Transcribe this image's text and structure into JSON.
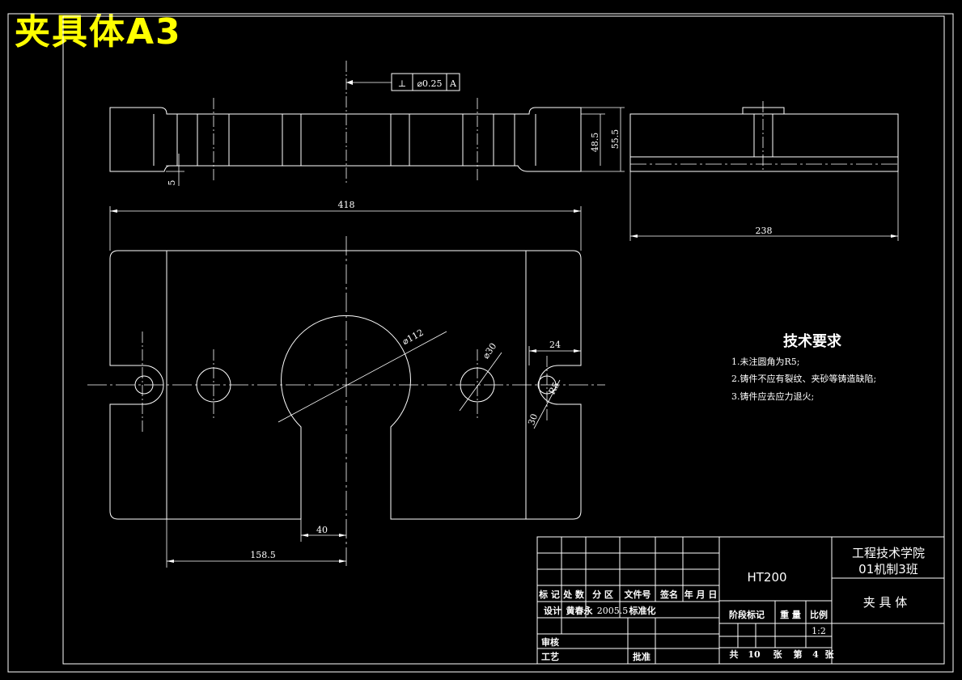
{
  "title": "夹具体A3",
  "dimensions": {
    "d418": "418",
    "d238": "238",
    "d48_5": "48.5",
    "d55_5": "55.5",
    "d5": "5",
    "d24": "24",
    "d40": "40",
    "d158_5": "158.5",
    "d112": "⌀112",
    "d30": "⌀30",
    "r5": "R5",
    "d30b": "30"
  },
  "tolerance": {
    "symbol": "⊥",
    "value": "⌀0.25",
    "datum": "A"
  },
  "tech_requirements": {
    "heading": "技术要求",
    "items": [
      "1.未注圆角为R5;",
      "2.铸件不应有裂纹、夹砂等铸造缺陷;",
      "3.铸件应去应力退火;"
    ]
  },
  "title_block": {
    "material": "HT200",
    "school": "工程技术学院",
    "class_name": "01机制3班",
    "part_name": "夹 具 体",
    "header_row": [
      "标 记",
      "处 数",
      "分 区",
      "文件号",
      "签名",
      "年 月 日"
    ],
    "design_label": "设计",
    "designer": "黄春永",
    "date": "2005.5",
    "standardize": "标准化",
    "review": "审核",
    "process": "工艺",
    "approve": "批准",
    "stage_label": "阶段标记",
    "weight_label": "重 量",
    "scale_label": "比例",
    "scale": "1:2",
    "sheets_total_label": "共",
    "sheets_total": "10",
    "sheets_label": "张",
    "sheet_no_label": "第",
    "sheet_no": "4",
    "sheet_no_suffix": "张"
  }
}
